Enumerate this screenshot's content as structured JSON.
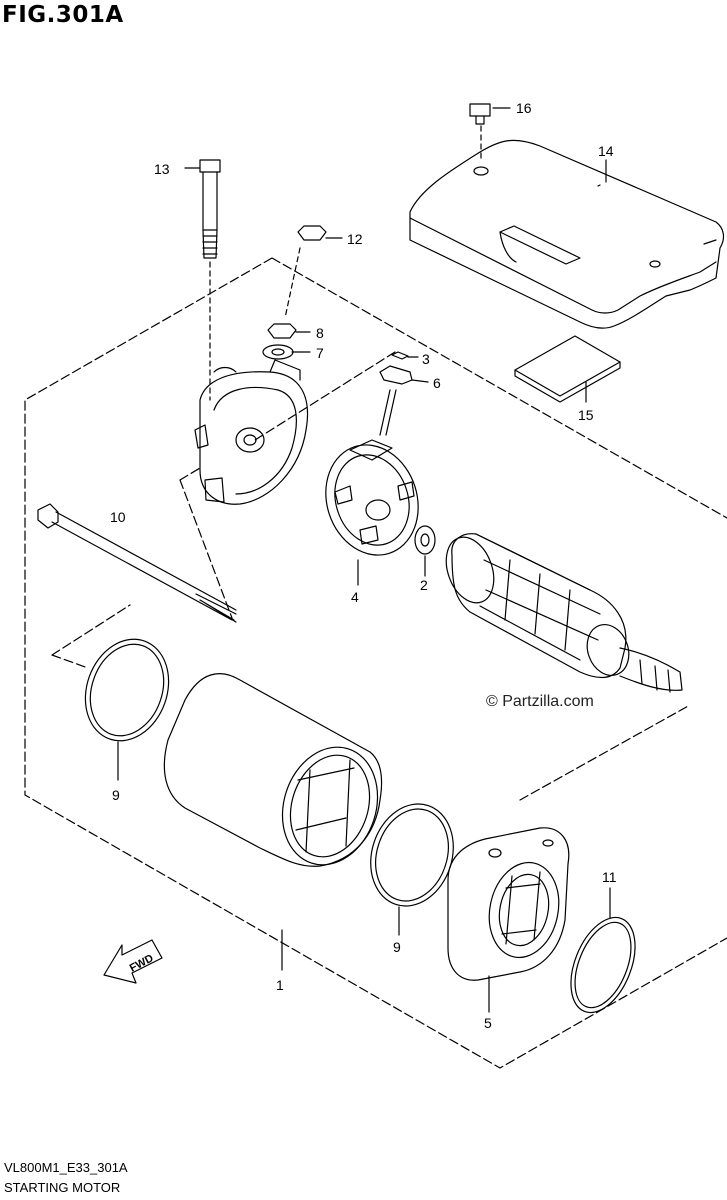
{
  "figure": {
    "title": "FIG.301A",
    "code": "VL800M1_E33_301A",
    "caption": "STARTING MOTOR",
    "watermark": "© Partzilla.com",
    "direction_label": "FWD"
  },
  "callouts": [
    {
      "id": "c1",
      "label": "1"
    },
    {
      "id": "c2",
      "label": "2"
    },
    {
      "id": "c3",
      "label": "3"
    },
    {
      "id": "c4",
      "label": "4"
    },
    {
      "id": "c5",
      "label": "5"
    },
    {
      "id": "c6",
      "label": "6"
    },
    {
      "id": "c7",
      "label": "7"
    },
    {
      "id": "c8",
      "label": "8"
    },
    {
      "id": "c9a",
      "label": "9"
    },
    {
      "id": "c9b",
      "label": "9"
    },
    {
      "id": "c10",
      "label": "10"
    },
    {
      "id": "c11",
      "label": "11"
    },
    {
      "id": "c12",
      "label": "12"
    },
    {
      "id": "c13",
      "label": "13"
    },
    {
      "id": "c14",
      "label": "14"
    },
    {
      "id": "c15",
      "label": "15"
    },
    {
      "id": "c16",
      "label": "16"
    }
  ]
}
